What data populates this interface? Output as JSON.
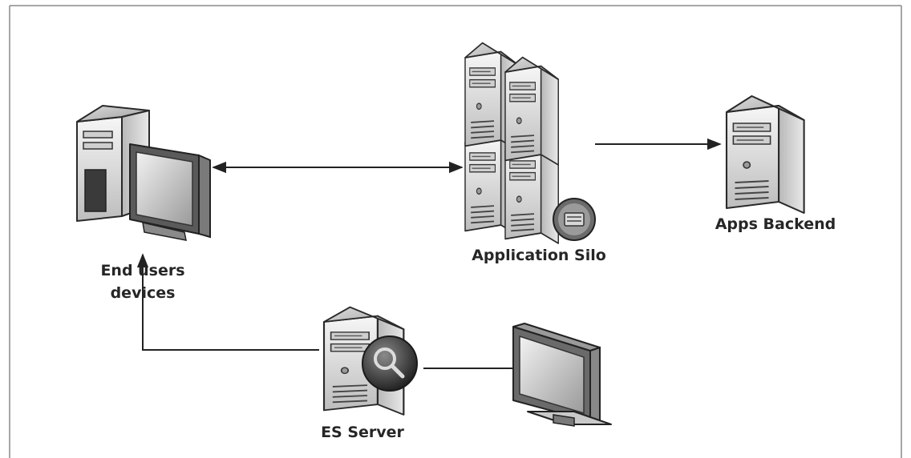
{
  "diagram": {
    "nodes": {
      "end_users": {
        "label_line1": "End users",
        "label_line2": "devices",
        "icon": "desktop-computer-icon"
      },
      "app_silo": {
        "label": "Application Silo",
        "icon": "server-cluster-icon"
      },
      "apps_backend": {
        "label": "Apps Backend",
        "icon": "server-tower-icon"
      },
      "es_server": {
        "label": "ES Server",
        "icon": "search-server-icon"
      },
      "monitor": {
        "icon": "monitor-icon"
      }
    },
    "connections": [
      {
        "from": "End users devices",
        "to": "Application Silo",
        "direction": "bidirectional"
      },
      {
        "from": "Application Silo",
        "to": "Apps Backend",
        "direction": "forward"
      },
      {
        "from": "ES Server",
        "to": "End users devices",
        "direction": "forward"
      },
      {
        "from": "ES Server",
        "to": "monitor",
        "direction": "none"
      }
    ]
  }
}
